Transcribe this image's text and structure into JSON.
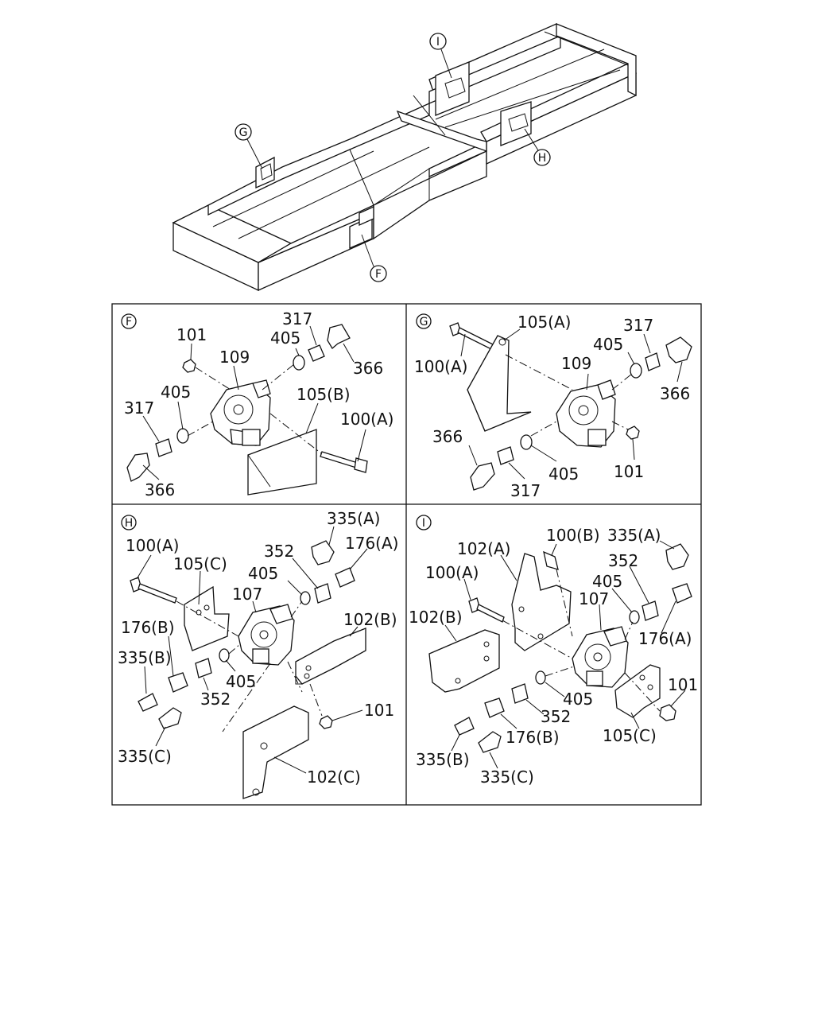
{
  "callouts": {
    "F": "F",
    "G": "G",
    "H": "H",
    "I": "I"
  },
  "panels": {
    "F": {
      "key": "F",
      "labels": [
        "101",
        "405",
        "317",
        "109",
        "366",
        "405",
        "105(B)",
        "317",
        "100(A)",
        "366"
      ]
    },
    "G": {
      "key": "G",
      "labels": [
        "105(A)",
        "317",
        "100(A)",
        "405",
        "109",
        "366",
        "366",
        "405",
        "101",
        "317"
      ]
    },
    "H": {
      "key": "H",
      "labels": [
        "335(A)",
        "176(A)",
        "100(A)",
        "352",
        "105(C)",
        "405",
        "107",
        "102(B)",
        "176(B)",
        "335(B)",
        "405",
        "352",
        "101",
        "335(C)",
        "102(C)"
      ]
    },
    "I": {
      "key": "I",
      "labels": [
        "100(B)",
        "335(A)",
        "102(A)",
        "352",
        "100(A)",
        "405",
        "107",
        "102(B)",
        "176(A)",
        "101",
        "405",
        "352",
        "105(C)",
        "176(B)",
        "335(B)",
        "335(C)"
      ]
    }
  }
}
